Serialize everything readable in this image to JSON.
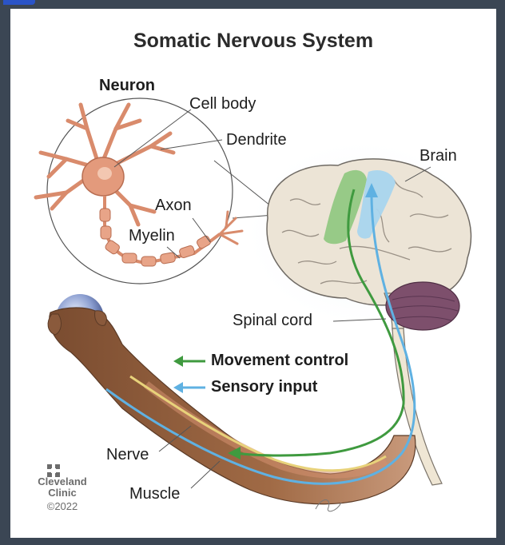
{
  "figure": {
    "title": "Somatic Nervous System"
  },
  "labels": {
    "neuron": "Neuron",
    "cell_body": "Cell body",
    "dendrite": "Dendrite",
    "axon": "Axon",
    "myelin": "Myelin",
    "brain": "Brain",
    "spinal_cord": "Spinal cord",
    "nerve": "Nerve",
    "muscle": "Muscle"
  },
  "legend": {
    "movement_control": "Movement control",
    "sensory_input": "Sensory input"
  },
  "colors": {
    "movement": "#3f9a3f",
    "sensory": "#5fb1e2",
    "brain": "#ece4d6",
    "motor_cortex": "#8ec67e",
    "sensory_cortex": "#a9d5ee",
    "cerebellum": "#7d4f6c",
    "neuron": "#e0987a",
    "skin": "#8a5a3c"
  },
  "brand": {
    "name_line1": "Cleveland",
    "name_line2": "Clinic",
    "copyright": "©2022"
  }
}
